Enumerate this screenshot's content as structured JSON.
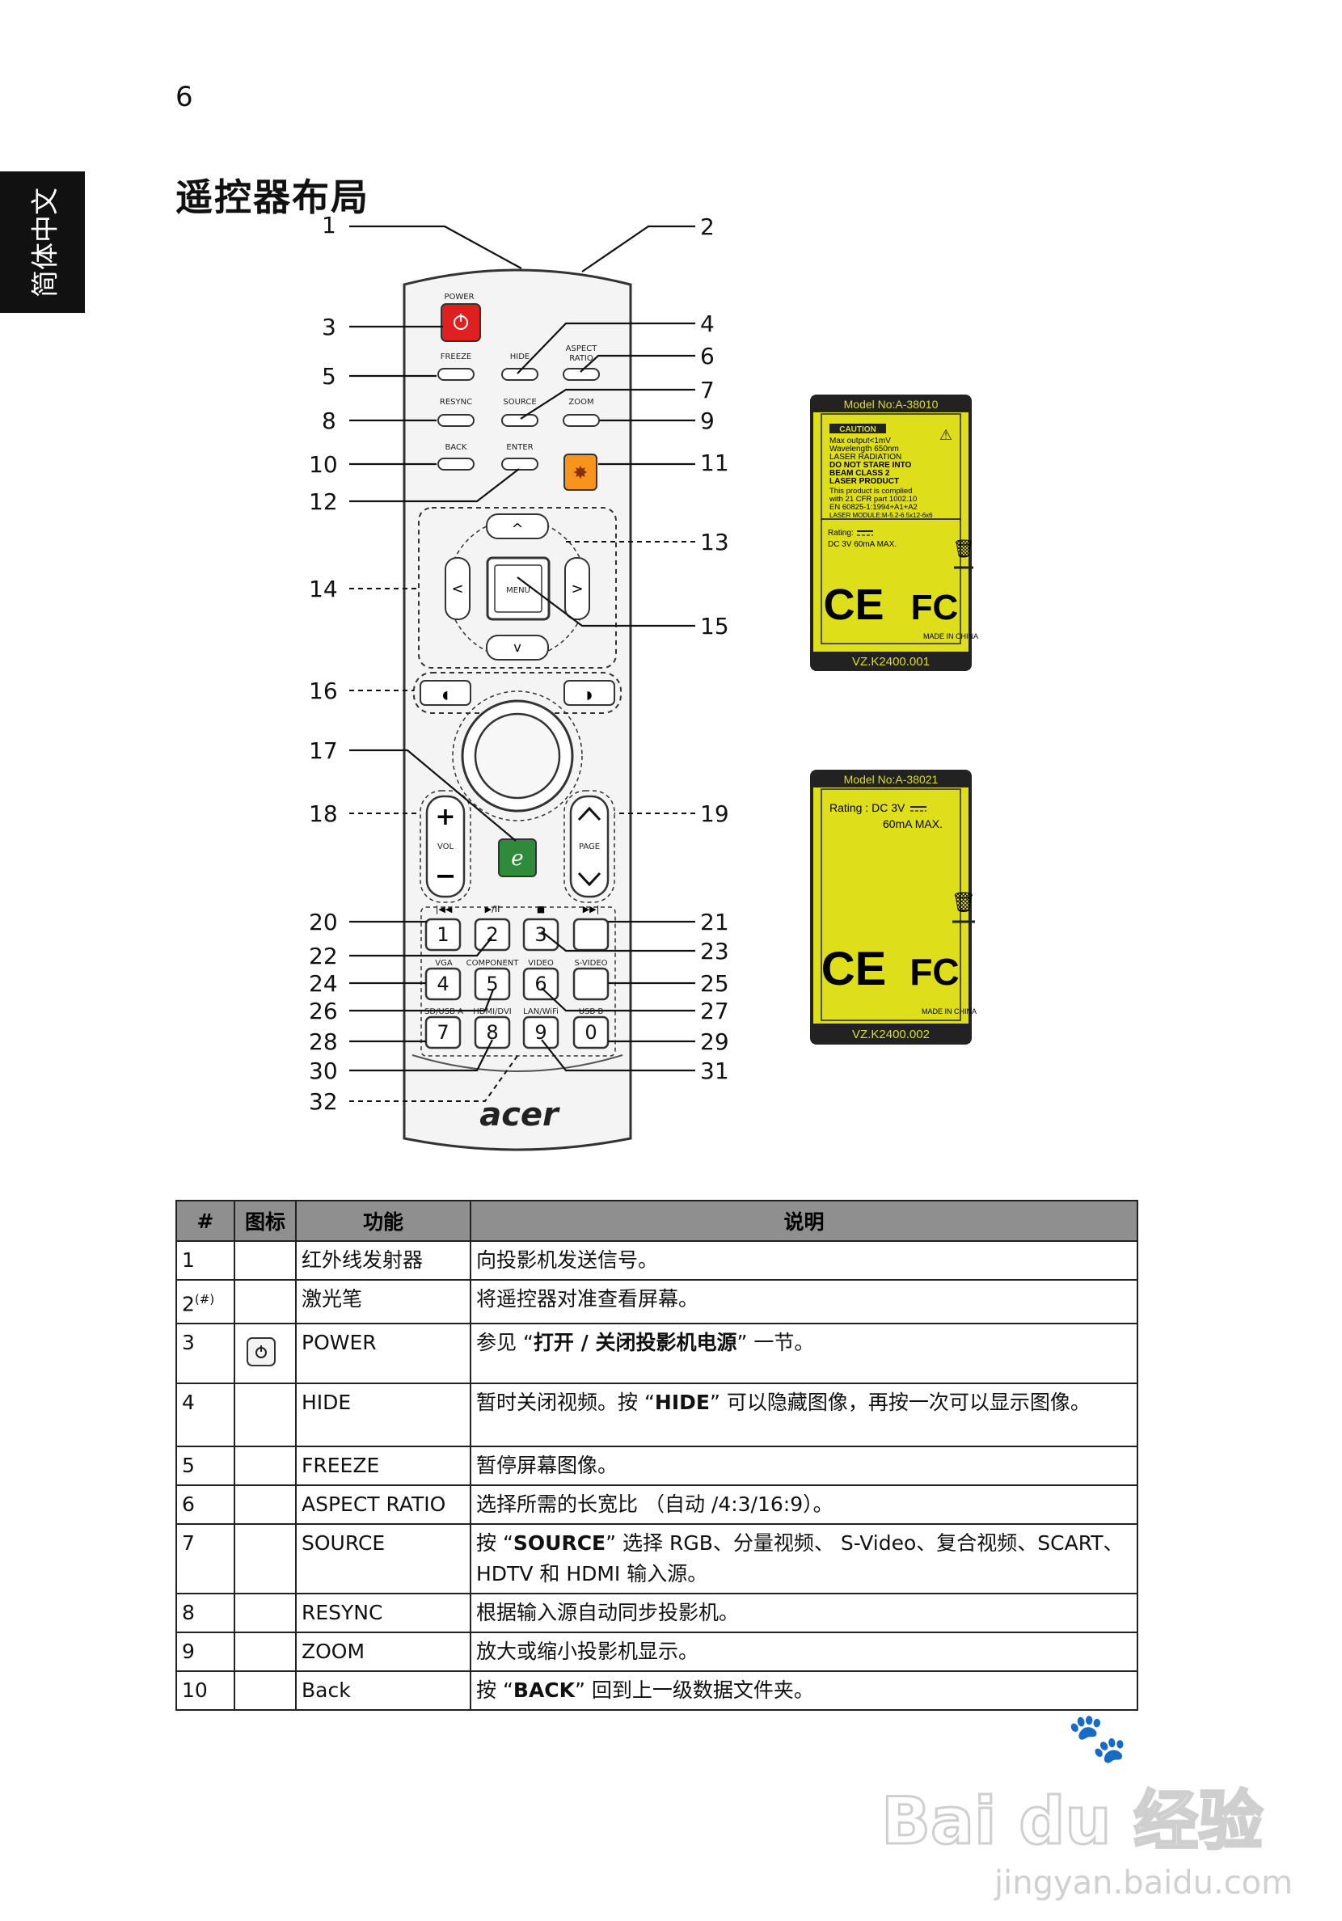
{
  "page_number": "6",
  "side_tab": "简体中文",
  "heading": "遥控器布局",
  "callouts": [
    "1",
    "2",
    "3",
    "4",
    "5",
    "6",
    "7",
    "8",
    "9",
    "10",
    "11",
    "12",
    "13",
    "14",
    "15",
    "16",
    "17",
    "18",
    "19",
    "20",
    "21",
    "22",
    "23",
    "24",
    "25",
    "26",
    "27",
    "28",
    "29",
    "30",
    "31",
    "32"
  ],
  "remote": {
    "power": "POWER",
    "freeze": "FREEZE",
    "hide": "HIDE",
    "aspect": "ASPECT",
    "ratio": "RATIO",
    "resync": "RESYNC",
    "source": "SOURCE",
    "zoom": "ZOOM",
    "back": "BACK",
    "enter": "ENTER",
    "menu": "MENU",
    "vol": "VOL",
    "page": "PAGE",
    "vga": "VGA",
    "component": "COMPONENT",
    "video": "VIDEO",
    "svideo": "S-VIDEO",
    "sdusb": "SD/USB A",
    "hdmi": "HDMI/DVI",
    "lan": "LAN/WiFi",
    "usbb": "USB B",
    "brand": "acer",
    "keys": [
      "1",
      "2",
      "3",
      "4",
      "5",
      "6",
      "7",
      "8",
      "9",
      "0"
    ]
  },
  "label1": {
    "model": "Model No:A-38010",
    "caution": "CAUTION",
    "lines": [
      "Max output<1mV",
      "Wavelength 650nm",
      "LASER RADIATION",
      "DO NOT STARE INTO",
      "BEAM CLASS 2",
      "LASER PRODUCT",
      "This product is complied",
      "with 21 CFR part 1002.10",
      "EN 60825-1:1994+A1+A2",
      "LASER MODULE:M-5.2-6.5x12-6x6"
    ],
    "rating": "Rating:",
    "rating_value": "DC 3V 60mA MAX.",
    "made": "MADE IN CHINA",
    "code": "VZ.K2400.001"
  },
  "label2": {
    "model": "Model No:A-38021",
    "rating": "Rating : DC 3V",
    "rating2": "60mA MAX.",
    "made": "MADE IN CHINA",
    "code": "VZ.K2400.002"
  },
  "table": {
    "headers": [
      "#",
      "图标",
      "功能",
      "说明"
    ],
    "rows": [
      {
        "num": "1",
        "sup": "",
        "func": "红外线发射器",
        "desc": "向投影机发送信号。",
        "desc_bold": "",
        "desc_after": ""
      },
      {
        "num": "2",
        "sup": "(#)",
        "func": "激光笔",
        "desc": "将遥控器对准查看屏幕。",
        "desc_bold": "",
        "desc_after": ""
      },
      {
        "num": "3",
        "sup": "",
        "func": "POWER",
        "desc": "参见 “",
        "desc_bold": "打开 / 关闭投影机电源",
        "desc_after": "” 一节。"
      },
      {
        "num": "4",
        "sup": "",
        "func": "HIDE",
        "desc": "暂时关闭视频。按 “",
        "desc_bold": "HIDE",
        "desc_after": "” 可以隐藏图像，再按一次可以显示图像。"
      },
      {
        "num": "5",
        "sup": "",
        "func": "FREEZE",
        "desc": "暂停屏幕图像。",
        "desc_bold": "",
        "desc_after": ""
      },
      {
        "num": "6",
        "sup": "",
        "func": "ASPECT RATIO",
        "desc": "选择所需的长宽比 （自动 /4:3/16:9）。",
        "desc_bold": "",
        "desc_after": ""
      },
      {
        "num": "7",
        "sup": "",
        "func": "SOURCE",
        "desc": "按 “",
        "desc_bold": "SOURCE",
        "desc_after": "” 选择 RGB、分量视频、 S-Video、复合视频、SCART、 HDTV 和 HDMI 输入源。"
      },
      {
        "num": "8",
        "sup": "",
        "func": "RESYNC",
        "desc": "根据输入源自动同步投影机。",
        "desc_bold": "",
        "desc_after": ""
      },
      {
        "num": "9",
        "sup": "",
        "func": "ZOOM",
        "desc": "放大或缩小投影机显示。",
        "desc_bold": "",
        "desc_after": ""
      },
      {
        "num": "10",
        "sup": "",
        "func": "Back",
        "desc": "按 “",
        "desc_bold": "BACK",
        "desc_after": "” 回到上一级数据文件夹。"
      }
    ]
  },
  "watermark": {
    "text": "Bai du 经验",
    "url": "jingyan.baidu.com"
  }
}
